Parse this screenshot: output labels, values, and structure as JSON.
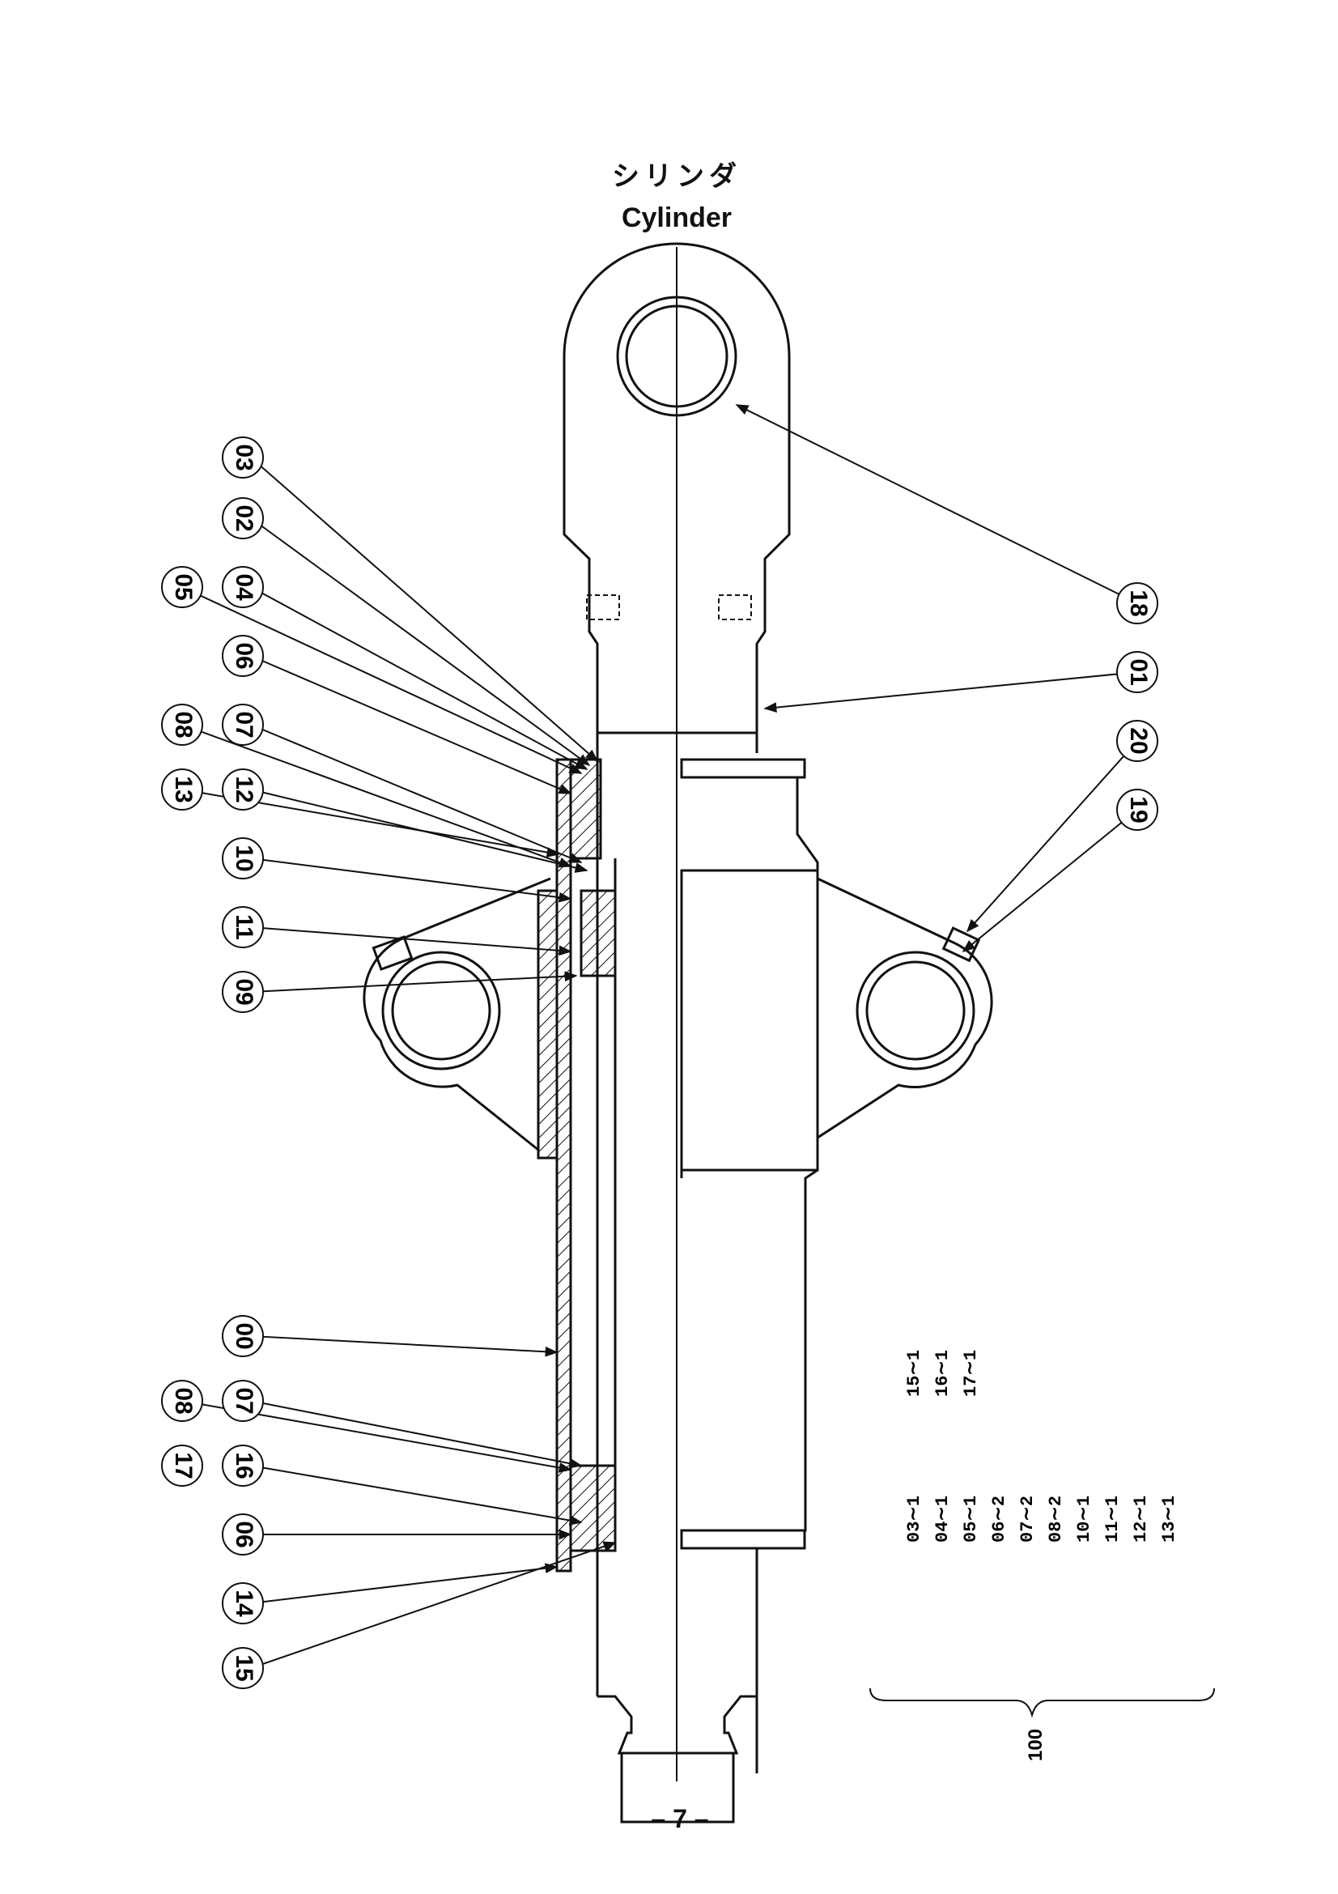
{
  "title_jp": "シリンダ",
  "title_en": "Cylinder",
  "page_number": "– 7 –",
  "callouts": [
    "03",
    "02",
    "05",
    "04",
    "06",
    "08",
    "07",
    "13",
    "12",
    "10",
    "11",
    "09",
    "18",
    "01",
    "20",
    "19",
    "00",
    "08",
    "07",
    "17",
    "16",
    "06",
    "14",
    "15"
  ],
  "assembly_number": "100",
  "quantities_col1": [
    "03∼1",
    "04∼1",
    "05∼1",
    "06∼2",
    "07∼2",
    "08∼2",
    "10∼1",
    "11∼1",
    "12∼1",
    "13∼1"
  ],
  "quantities_col2": [
    "15∼1",
    "16∼1",
    "17∼1"
  ]
}
